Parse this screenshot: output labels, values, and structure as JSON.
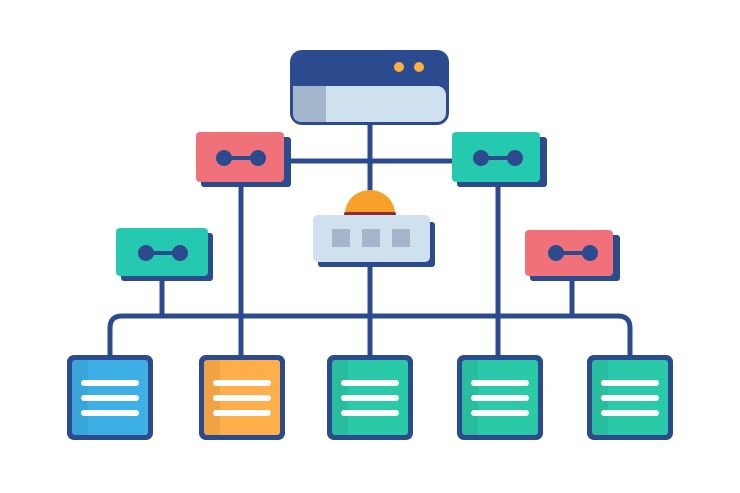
{
  "colors": {
    "line": "#2C4A8E",
    "window_header": "#2C4A8E",
    "window_body": "#CFE0EF",
    "window_side": "#A3B6CC",
    "window_dots": "#F7B240",
    "router_red": "#F0717A",
    "router_green": "#25C9B0",
    "hub_body": "#CFE0EF",
    "hub_ports": "#A3B6CC",
    "hub_dome": "#F7A12A",
    "hub_dome_base": "#8E2A3A",
    "doc_blue": "#3DB0E6",
    "doc_orange": "#FFAE4A",
    "doc_green": "#2AC9A8",
    "doc_lines": "#FFFFFF"
  },
  "nodes": {
    "top": "browser-window",
    "routers": [
      "red",
      "green",
      "green",
      "red"
    ],
    "hub": "switch-with-dome",
    "documents": [
      "blue",
      "orange",
      "green",
      "green",
      "green"
    ]
  }
}
